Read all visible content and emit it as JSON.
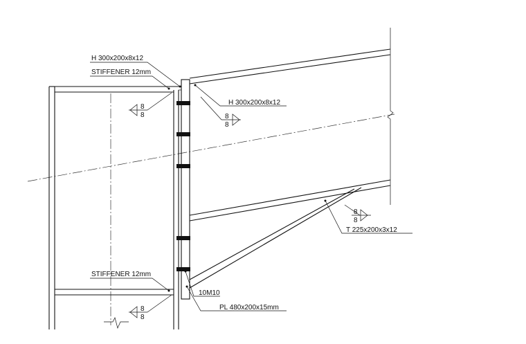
{
  "labels": {
    "main_beam_top": "H 300x200x8x12",
    "stiffener_top": "STIFFENER 12mm",
    "rafter_beam": "H 300x200x8x12",
    "brace": "T 225x200x3x12",
    "stiffener_bottom": "STIFFENER 12mm",
    "bolts": "10M10",
    "end_plate": "PL 480x200x15mm"
  },
  "welds": {
    "weld_1": {
      "top": "8",
      "bottom": "8"
    },
    "weld_2": {
      "top": "8",
      "bottom": "8"
    },
    "weld_3": {
      "top": "8",
      "bottom": "8"
    },
    "weld_4": {
      "top": "8",
      "bottom": "8"
    }
  },
  "colors": {
    "line": "#111111",
    "background": "#ffffff"
  }
}
